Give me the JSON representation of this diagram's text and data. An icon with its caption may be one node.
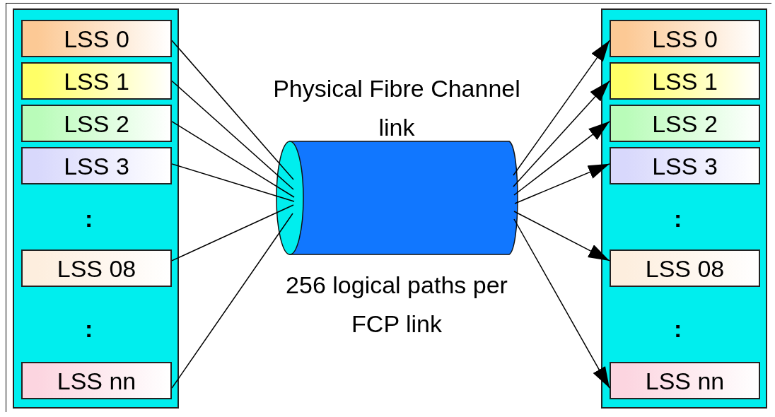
{
  "diagram": {
    "nodes": [
      {
        "text": [],
        "shape": "box"
      },
      {
        "text": [
          "LSS 0"
        ],
        "in": 0
      },
      {
        "text": [
          "LSS 1"
        ],
        "in": 0
      },
      {
        "text": [
          "LSS 2"
        ],
        "in": 0
      },
      {
        "text": [
          "LSS 3"
        ],
        "in": 0
      },
      {
        "text": [
          "LSS 08"
        ],
        "in": 0
      },
      {
        "text": [
          "LSS nn"
        ],
        "in": 0
      },
      {
        "text": [],
        "shape": "cylinder",
        "beside": [
          "Physical Fibre Channel link",
          "256 logical paths per FCP link"
        ]
      },
      {
        "text": [],
        "shape": "box"
      },
      {
        "text": [
          "LSS 0"
        ],
        "in": 8
      },
      {
        "text": [
          "LSS 1"
        ],
        "in": 8
      },
      {
        "text": [
          "LSS 2"
        ],
        "in": 8
      },
      {
        "text": [
          "LSS 3"
        ],
        "in": 8
      },
      {
        "text": [
          "LSS 08"
        ],
        "in": 8
      },
      {
        "text": [
          "LSS nn"
        ],
        "in": 8
      }
    ],
    "edges": [
      {
        "from": 1,
        "to": 7,
        "arrow": "none"
      },
      {
        "from": 2,
        "to": 7,
        "arrow": "none"
      },
      {
        "from": 3,
        "to": 7,
        "arrow": "none"
      },
      {
        "from": 4,
        "to": 7,
        "arrow": "none"
      },
      {
        "from": 5,
        "to": 7,
        "arrow": "none"
      },
      {
        "from": 6,
        "to": 7,
        "arrow": "none"
      },
      {
        "from": 7,
        "to": 9,
        "arrow": "to"
      },
      {
        "from": 7,
        "to": 10,
        "arrow": "to"
      },
      {
        "from": 7,
        "to": 11,
        "arrow": "to"
      },
      {
        "from": 7,
        "to": 12,
        "arrow": "to"
      },
      {
        "from": 7,
        "to": 13,
        "arrow": "to"
      },
      {
        "from": 7,
        "to": 14,
        "arrow": "to"
      }
    ],
    "labels": [
      ":",
      ":",
      ":",
      ":"
    ]
  }
}
